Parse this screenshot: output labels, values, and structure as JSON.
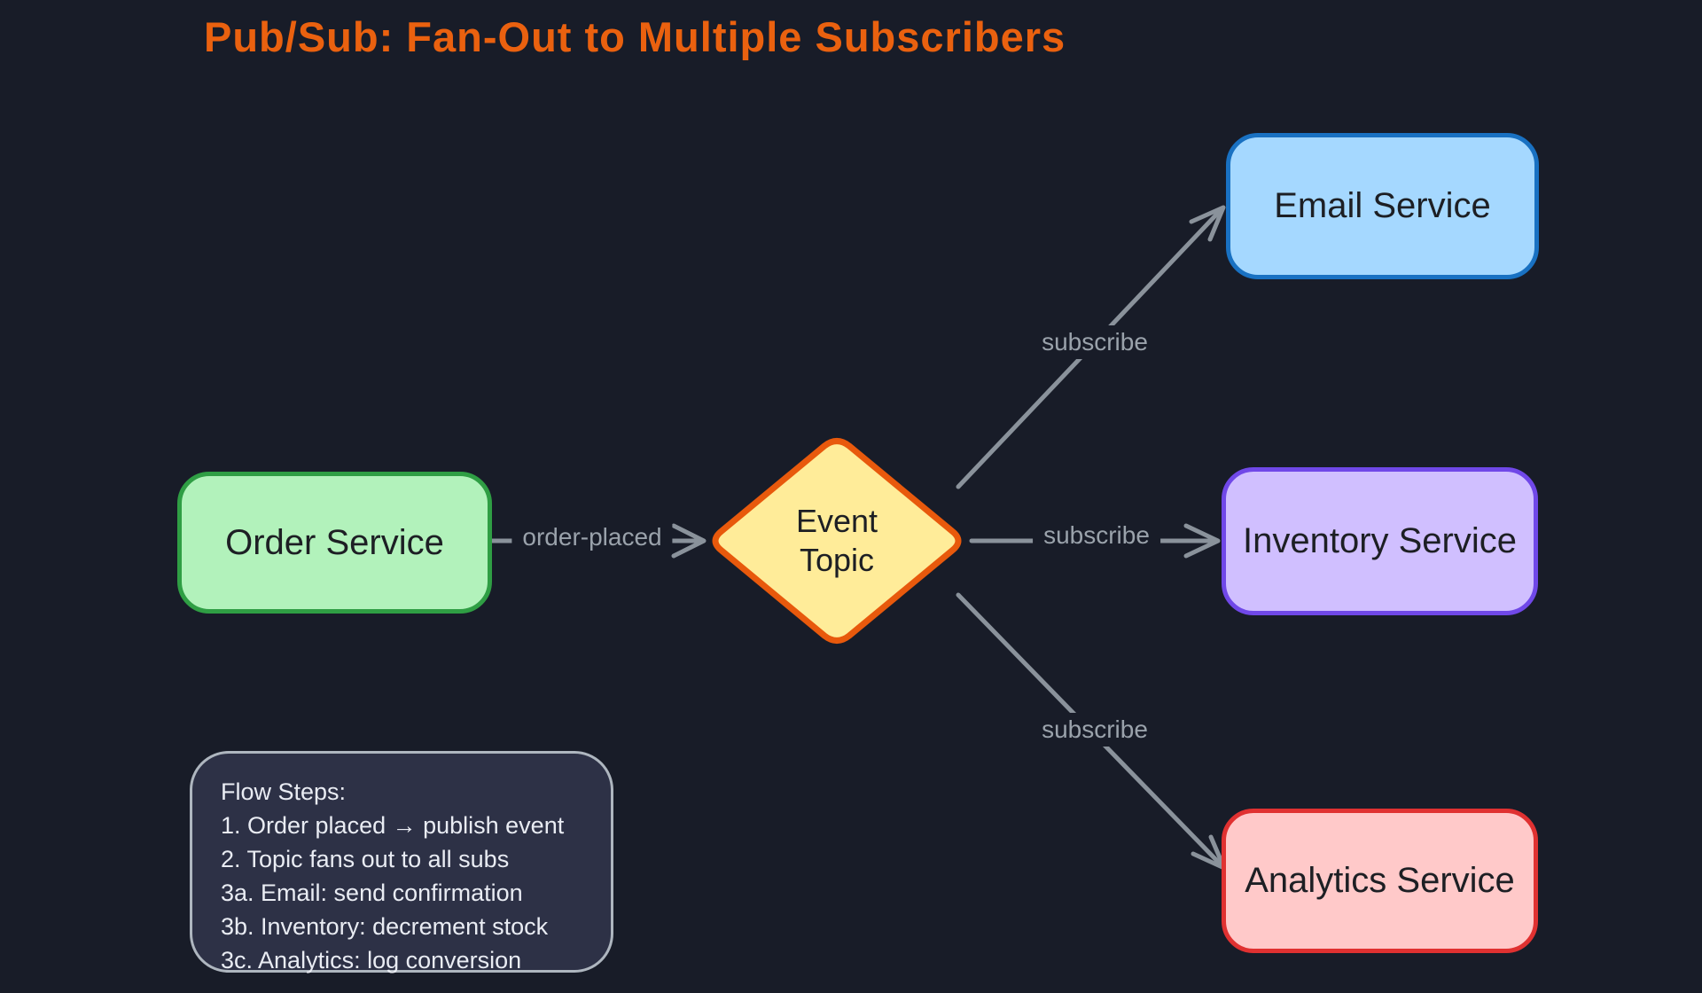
{
  "title": {
    "text": "Pub/Sub: Fan-Out to Multiple Subscribers"
  },
  "nodes": {
    "order": {
      "label": "Order Service",
      "fill": "#b2f2bb",
      "border": "#2f9e44"
    },
    "topic": {
      "label_line1": "Event",
      "label_line2": "Topic",
      "fill": "#ffec99",
      "border": "#e8590c"
    },
    "email": {
      "label": "Email Service",
      "fill": "#a5d8ff",
      "border": "#1971c2"
    },
    "inventory": {
      "label": "Inventory Service",
      "fill": "#d0bfff",
      "border": "#7048e8"
    },
    "analytics": {
      "label": "Analytics Service",
      "fill": "#ffc9c9",
      "border": "#e03131"
    }
  },
  "edges": {
    "publish": {
      "label": "order-placed"
    },
    "sub_email": {
      "label": "subscribe"
    },
    "sub_inventory": {
      "label": "subscribe"
    },
    "sub_analytics": {
      "label": "subscribe"
    }
  },
  "note": {
    "title": "Flow Steps:",
    "lines": [
      "1. Order placed → publish event",
      "2. Topic fans out to all subs",
      "3a. Email: send confirmation",
      "3b. Inventory: decrement stock",
      "3c. Analytics: log conversion"
    ]
  },
  "colors": {
    "background": "#181c28",
    "title": "#ea610f",
    "edge": "#8a929b",
    "edge_label": "#9aa2ab",
    "node_text": "#1d1f24",
    "note_bg": "#2d3146",
    "note_border": "#aeb6bf",
    "note_text": "#e9ecf3"
  }
}
